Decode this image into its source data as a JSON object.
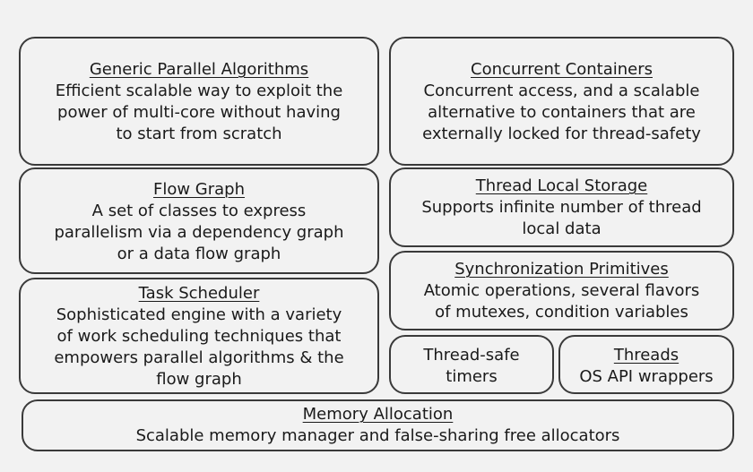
{
  "boxes": {
    "generic_parallel_algorithms": {
      "title": "Generic Parallel Algorithms",
      "description": "Efficient scalable way to exploit the\npower of multi-core without having\nto start from scratch"
    },
    "concurrent_containers": {
      "title": "Concurrent Containers",
      "description": "Concurrent access, and a scalable\nalternative to containers that are\nexternally locked for thread-safety"
    },
    "flow_graph": {
      "title": "Flow Graph",
      "description": "A set of classes to express\nparallelism via a dependency graph\nor a data flow graph"
    },
    "thread_local_storage": {
      "title": "Thread Local Storage",
      "description": "Supports infinite number of thread\nlocal data"
    },
    "synchronization_primitives": {
      "title": "Synchronization Primitives",
      "description": "Atomic operations, several flavors\nof mutexes, condition variables"
    },
    "task_scheduler": {
      "title": "Task Scheduler",
      "description": "Sophisticated engine with a variety\nof work scheduling techniques that\nempowers parallel algorithms & the\nflow graph"
    },
    "thread_safe_timers": {
      "description": "Thread-safe\ntimers"
    },
    "threads": {
      "title": "Threads",
      "description": "OS API wrappers"
    },
    "memory_allocation": {
      "title": "Memory Allocation",
      "description": "Scalable memory manager and false-sharing free allocators"
    }
  }
}
